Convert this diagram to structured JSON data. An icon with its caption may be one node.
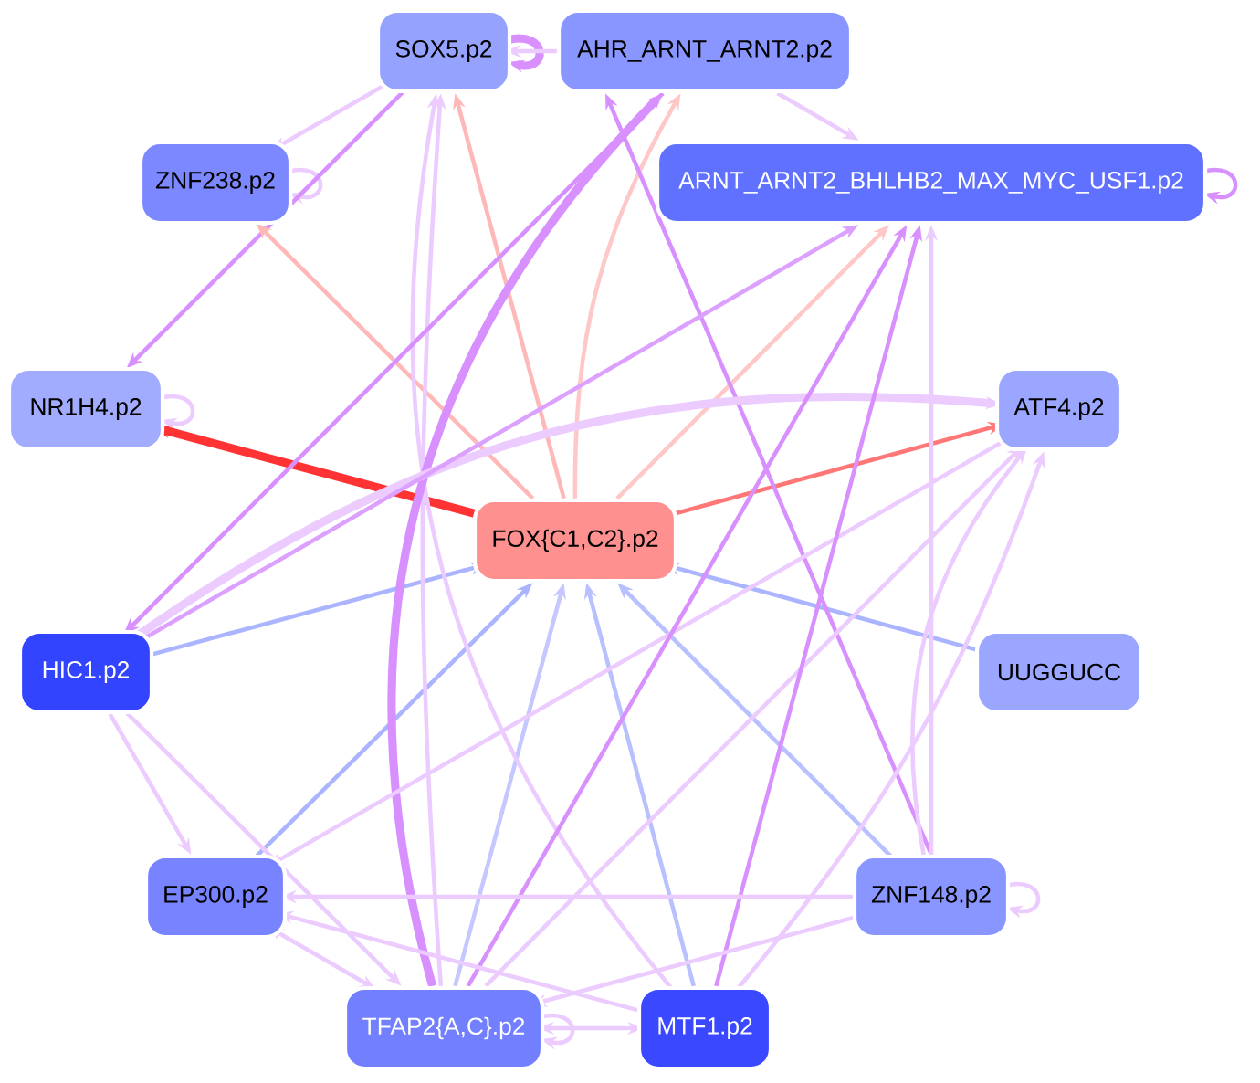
{
  "diagram": {
    "nodes": [
      {
        "text": [
          "SOX5.p2"
        ]
      },
      {
        "text": [
          "AHR_ARNT_ARNT2.p2"
        ]
      },
      {
        "text": [
          "ZNF238.p2"
        ]
      },
      {
        "text": [
          "ARNT_ARNT2_BHLHB2_MAX_MYC_USF1.p2"
        ]
      },
      {
        "text": [
          "NR1H4.p2"
        ]
      },
      {
        "text": [
          "ATF4.p2"
        ]
      },
      {
        "text": [
          "FOX{C1,C2}.p2"
        ]
      },
      {
        "text": [
          "HIC1.p2"
        ]
      },
      {
        "text": [
          "UUGGUCC"
        ]
      },
      {
        "text": [
          "EP300.p2"
        ]
      },
      {
        "text": [
          "ZNF148.p2"
        ]
      },
      {
        "text": [
          "TFAP2{A,C}.p2"
        ]
      },
      {
        "text": [
          "MTF1.p2"
        ]
      }
    ],
    "edges": [
      {
        "from": 0,
        "to": 0,
        "arrow": "to",
        "color": "#d890ff",
        "style": "thick"
      },
      {
        "from": 1,
        "to": 0,
        "arrow": "to"
      },
      {
        "from": 2,
        "to": 2,
        "arrow": "to"
      },
      {
        "from": 4,
        "to": 4,
        "arrow": "to"
      },
      {
        "from": 3,
        "to": 3,
        "arrow": "to",
        "color": "#d890ff"
      },
      {
        "from": 10,
        "to": 10,
        "arrow": "to"
      },
      {
        "from": 11,
        "to": 11,
        "arrow": "to"
      },
      {
        "from": 0,
        "to": 2,
        "arrow": "to"
      },
      {
        "from": 0,
        "to": 4,
        "arrow": "to",
        "color": "#d890ff"
      },
      {
        "from": 1,
        "to": 3,
        "arrow": "to"
      },
      {
        "from": 6,
        "to": 4,
        "arrow": "to",
        "color": "#ff3333",
        "style": "thick"
      },
      {
        "from": 6,
        "to": 2,
        "arrow": "to",
        "color": "#ffb8b8"
      },
      {
        "from": 6,
        "to": 0,
        "arrow": "to",
        "color": "#ffb8b8"
      },
      {
        "from": 6,
        "to": 1,
        "arrow": "to",
        "color": "#ffc8c8"
      },
      {
        "from": 6,
        "to": 3,
        "arrow": "to",
        "color": "#ffc8c8"
      },
      {
        "from": 6,
        "to": 5,
        "arrow": "to",
        "color": "#ff7777"
      },
      {
        "from": 7,
        "to": 6,
        "arrow": "to",
        "color": "#aab4ff"
      },
      {
        "from": 9,
        "to": 6,
        "arrow": "to",
        "color": "#aab4ff"
      },
      {
        "from": 11,
        "to": 6,
        "arrow": "to",
        "color": "#c4c8ff"
      },
      {
        "from": 12,
        "to": 6,
        "arrow": "to",
        "color": "#b8c0ff"
      },
      {
        "from": 10,
        "to": 6,
        "arrow": "to",
        "color": "#b8c0ff"
      },
      {
        "from": 8,
        "to": 6,
        "arrow": "to",
        "color": "#aab4ff"
      },
      {
        "from": 7,
        "to": 9,
        "arrow": "to"
      },
      {
        "from": 7,
        "to": 11,
        "arrow": "to"
      },
      {
        "from": 11,
        "to": 0,
        "arrow": "to"
      },
      {
        "from": 12,
        "to": 0,
        "arrow": "to"
      },
      {
        "from": 11,
        "to": 1,
        "arrow": "to",
        "color": "#d890ff",
        "style": "thick"
      },
      {
        "from": 10,
        "to": 1,
        "arrow": "to",
        "color": "#d890ff"
      },
      {
        "from": 1,
        "to": 7,
        "arrow": "to",
        "color": "#d890ff"
      },
      {
        "from": 7,
        "to": 5,
        "arrow": "to",
        "style": "thick"
      },
      {
        "from": 7,
        "to": 3,
        "arrow": "to",
        "color": "#dca0ff"
      },
      {
        "from": 5,
        "to": 9,
        "arrow": "to"
      },
      {
        "from": 11,
        "to": 5,
        "arrow": "to"
      },
      {
        "from": 12,
        "to": 5,
        "arrow": "to"
      },
      {
        "from": 10,
        "to": 5,
        "arrow": "to"
      },
      {
        "from": 10,
        "to": 3,
        "arrow": "to"
      },
      {
        "from": 11,
        "to": 3,
        "arrow": "to",
        "color": "#d890ff"
      },
      {
        "from": 12,
        "to": 3,
        "arrow": "to",
        "color": "#d890ff"
      },
      {
        "from": 10,
        "to": 9,
        "arrow": "to"
      },
      {
        "from": 10,
        "to": 11,
        "arrow": "to"
      },
      {
        "from": 9,
        "to": 11,
        "arrow": "both"
      },
      {
        "from": 11,
        "to": 12,
        "arrow": "both"
      },
      {
        "from": 12,
        "to": 9,
        "arrow": "to"
      }
    ]
  }
}
